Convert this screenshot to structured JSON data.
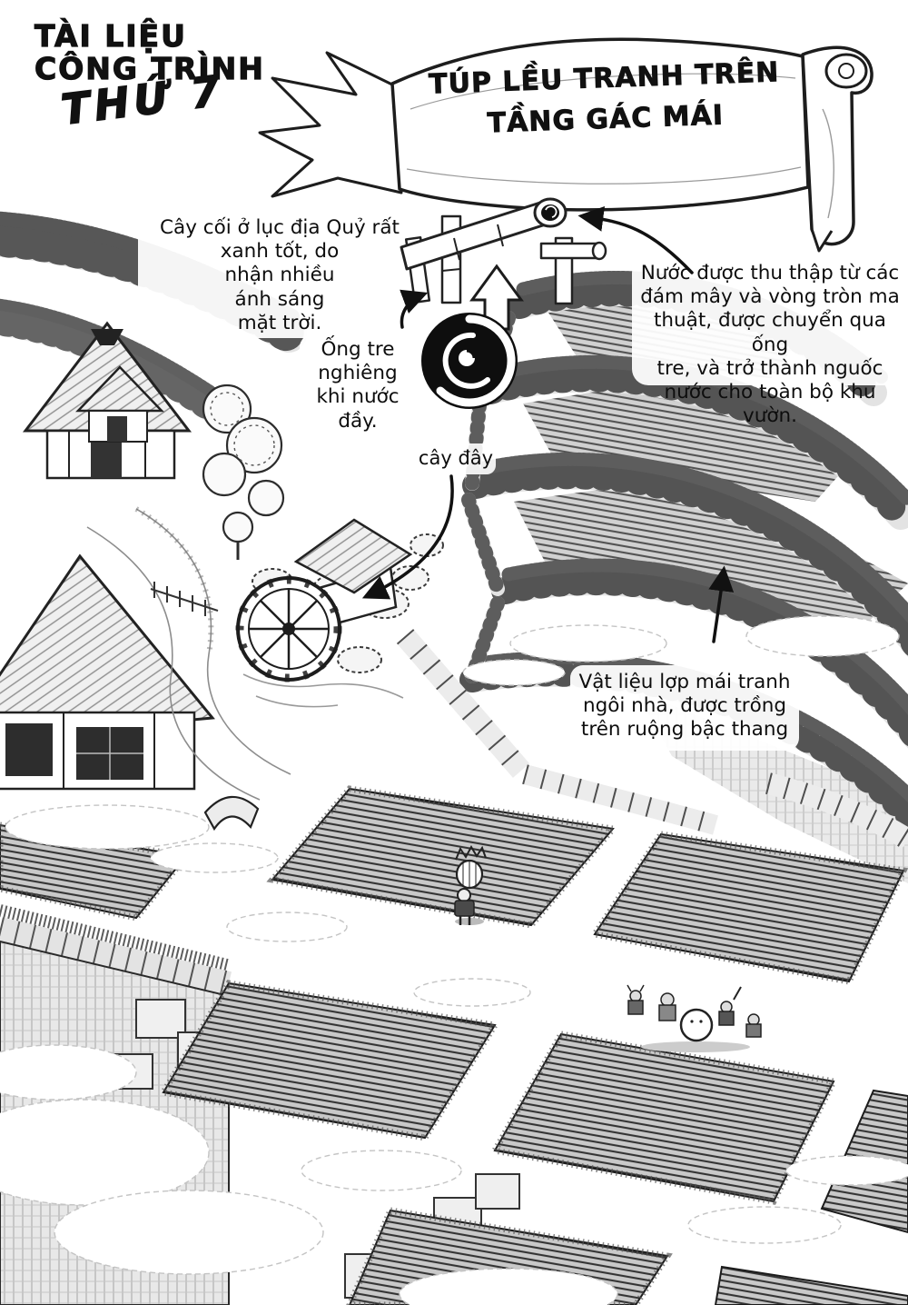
{
  "header": {
    "doc_title_line1": "TÀI LIỆU",
    "doc_title_line2": "CÔNG TRÌNH",
    "doc_title_line3": "THỨ 7"
  },
  "banner": {
    "title": "TÚP LỀU TRANH TRÊN\nTẦNG GÁC MÁI"
  },
  "annotations": {
    "trees": "Cây cối ở lục địa Quỷ rất\nxanh tốt, do\nnhận nhiều\nánh sáng\nmặt trời.",
    "bamboo_pipe": "Ống tre\nnghiêng\nkhi nước\nđầy.",
    "tree_pointer": "cây đây",
    "water_system": "Nước được thu thập từ các\nđám mây và vòng tròn ma\nthuật, được chuyển qua ống\ntre, và trở thành nguốc\nnước cho toàn bộ khu vườn.",
    "thatch_material": "Vật liệu lợp mái tranh\nngôi nhà, được trồng\ntrên ruộng bậc thang"
  },
  "colors": {
    "ink": "#111111",
    "paper": "#ffffff"
  }
}
